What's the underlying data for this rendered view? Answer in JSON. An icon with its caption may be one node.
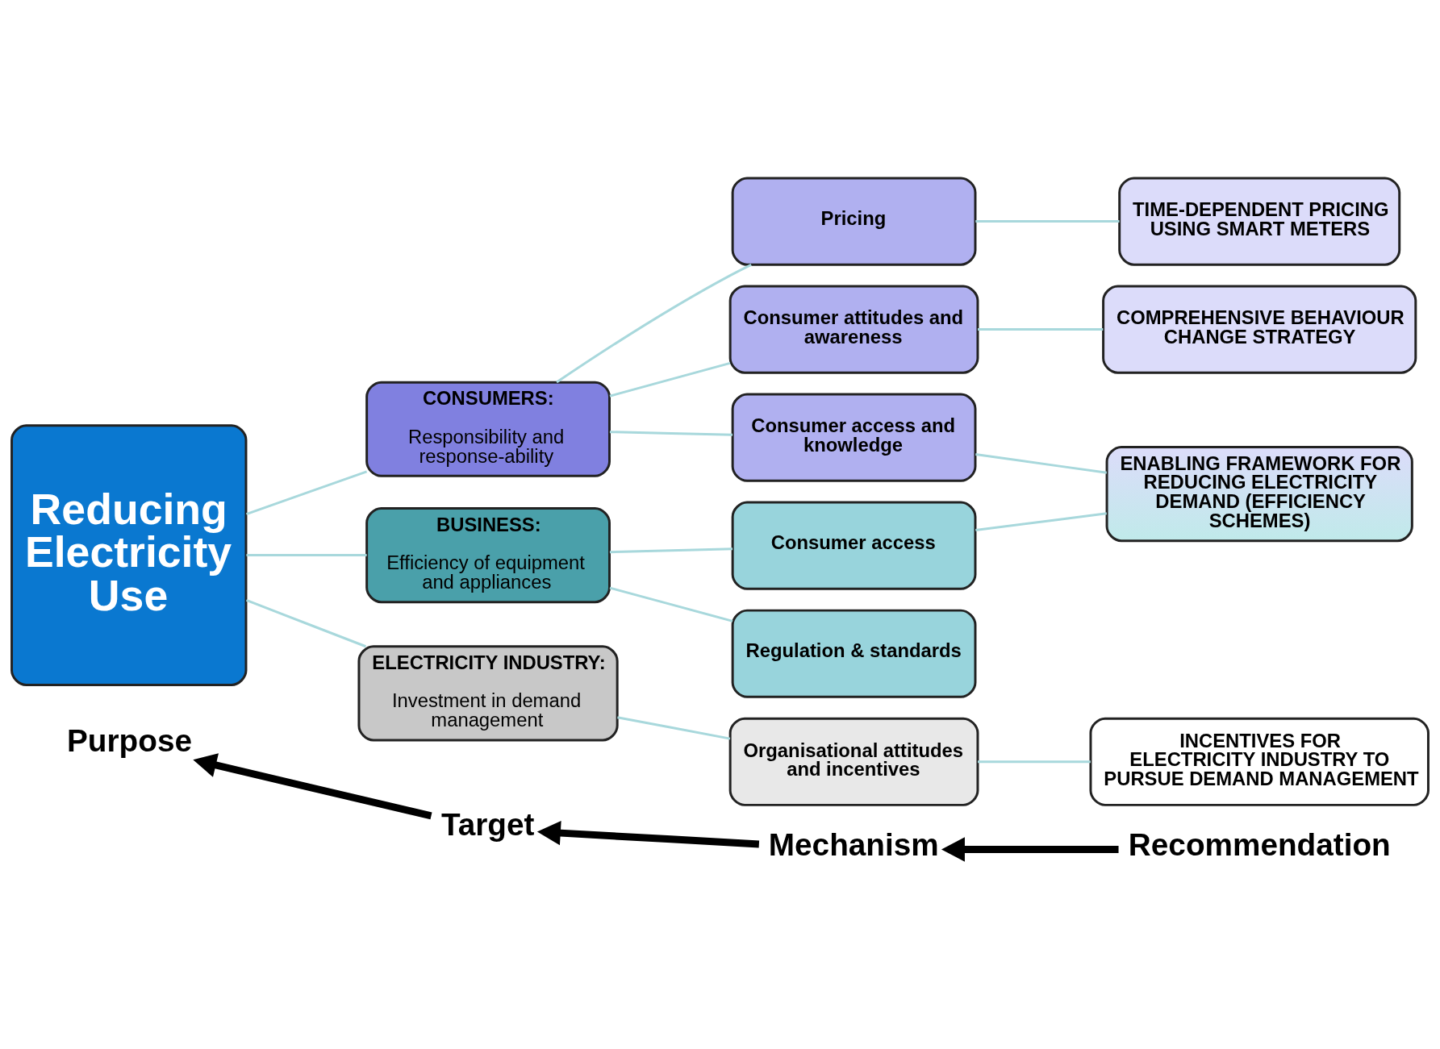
{
  "diagram": {
    "nodes": [
      {
        "text": [
          "Purpose"
        ]
      },
      {
        "text": [
          "Target"
        ]
      },
      {
        "text": [
          "Mechanism"
        ]
      },
      {
        "text": [
          "Recommendation"
        ]
      },
      {
        "text": [
          "Reducing Electricity Use"
        ]
      },
      {
        "text": [
          "CONSUMERS:",
          "Responsibility and response-ability"
        ]
      },
      {
        "text": [
          "BUSINESS:",
          "Efficiency of equipment and appliances"
        ]
      },
      {
        "text": [
          "ELECTRICITY INDUSTRY:",
          "Investment in demand management"
        ]
      },
      {
        "text": [
          "Pricing"
        ]
      },
      {
        "text": [
          "Consumer attitudes and awareness"
        ]
      },
      {
        "text": [
          "Consumer access and knowledge"
        ]
      },
      {
        "text": [
          "Consumer access"
        ]
      },
      {
        "text": [
          "Regulation & standards"
        ]
      },
      {
        "text": [
          "Organisational attitudes and incentives"
        ]
      },
      {
        "text": [
          "TIME-DEPENDENT PRICING USING SMART METERS"
        ]
      },
      {
        "text": [
          "COMPREHENSIVE BEHAVIOUR CHANGE STRATEGY"
        ]
      },
      {
        "text": [
          "ENABLING FRAMEWORK FOR REDUCING ELECTRICITY DEMAND (EFFICIENCY SCHEMES)"
        ]
      },
      {
        "text": [
          "INCENTIVES FOR ELECTRICITY INDUSTRY TO PURSUE DEMAND MANAGEMENT"
        ]
      }
    ],
    "edges": [
      {
        "from": 1,
        "to": 0,
        "arrow": "to",
        "style": "thick",
        "color": "#000000"
      },
      {
        "from": 2,
        "to": 1,
        "arrow": "to",
        "style": "thick",
        "color": "#000000"
      },
      {
        "from": 3,
        "to": 2,
        "arrow": "to",
        "style": "thick",
        "color": "#000000"
      },
      {
        "from": 4,
        "to": 5,
        "arrow": "none"
      },
      {
        "from": 4,
        "to": 6,
        "arrow": "none"
      },
      {
        "from": 4,
        "to": 7,
        "arrow": "none"
      },
      {
        "from": 5,
        "to": 8,
        "arrow": "none"
      },
      {
        "from": 5,
        "to": 9,
        "arrow": "none"
      },
      {
        "from": 5,
        "to": 10,
        "arrow": "none"
      },
      {
        "from": 6,
        "to": 11,
        "arrow": "none"
      },
      {
        "from": 6,
        "to": 12,
        "arrow": "none"
      },
      {
        "from": 7,
        "to": 13,
        "arrow": "none"
      },
      {
        "from": 8,
        "to": 14,
        "arrow": "none"
      },
      {
        "from": 9,
        "to": 15,
        "arrow": "none"
      },
      {
        "from": 10,
        "to": 16,
        "arrow": "none"
      },
      {
        "from": 11,
        "to": 16,
        "arrow": "none"
      },
      {
        "from": 13,
        "to": 17,
        "arrow": "none"
      }
    ]
  }
}
